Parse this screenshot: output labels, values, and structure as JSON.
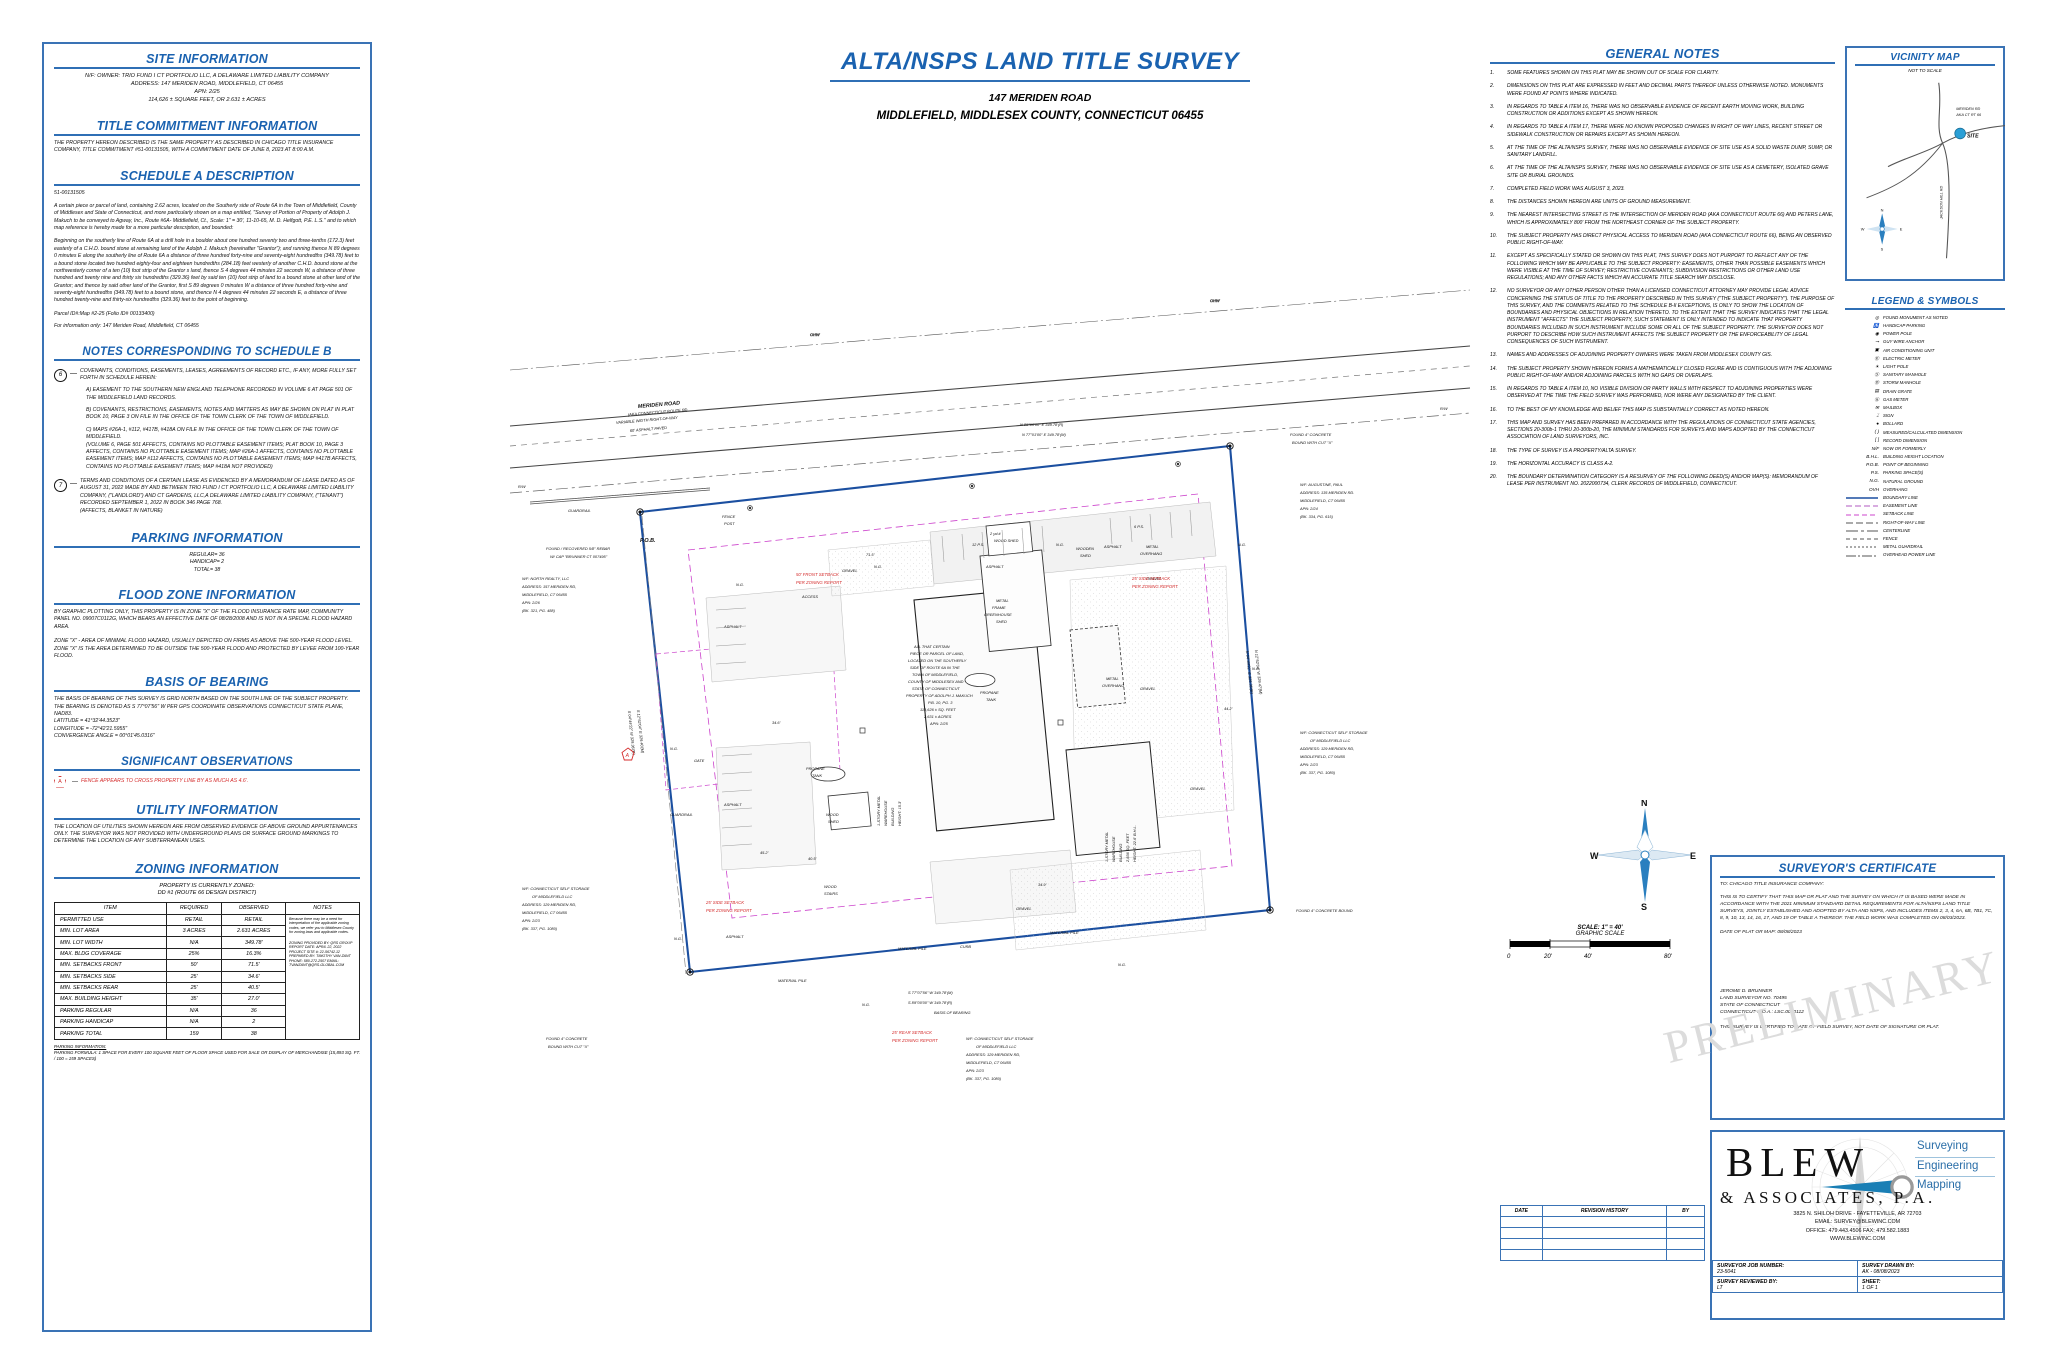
{
  "title_block": {
    "main_title": "ALTA/NSPS LAND TITLE SURVEY",
    "address_line1": "147 MERIDEN ROAD",
    "address_line2": "MIDDLEFIELD, MIDDLESEX COUNTY, CONNECTICUT 06455"
  },
  "site_information": {
    "heading": "SITE INFORMATION",
    "lines": [
      "N/F: OWNER: TRIO FUND I CT PORTFOLIO LLC, A DELAWARE LIMITED LIABILITY COMPANY",
      "ADDRESS: 147 MERIDEN ROAD, MIDDLEFIELD, CT 06455",
      "APN:  2/25",
      "114,626 ± SQUARE FEET, OR 2.631 ± ACRES"
    ]
  },
  "title_commitment": {
    "heading": "TITLE COMMITMENT INFORMATION",
    "text": "THE PROPERTY HEREON DESCRIBED IS THE SAME PROPERTY AS DESCRIBED IN CHICAGO TITLE INSURANCE COMPANY, TITLE COMMITMENT #51-00131505, WITH A COMMITMENT DATE OF JUNE 8, 2023 AT 8:00 A.M."
  },
  "schedule_a": {
    "heading": "SCHEDULE A DESCRIPTION",
    "file_no": "51-00131505",
    "para1": "A certain piece or parcel of land, containing 2.62 acres, located on the Southerly side of Route 6A in the Town of Middlefield, County of Middlesex and State of Connecticut, and more particularly shown on a map entitled, \"Survey of Portion of Property of Adolph J. Makuch to be conveyed to  Agway, Inc., Route #6A- Middlefield, Ct., Scale: 1\" = 30', 11-10-65, M. D. Helfgott, P.E. L.S.\" and to which map reference is hereby made for a more particular description, and bounded:",
    "para2": "Beginning on the southerly line of Route 6A at a drill hole in a boulder about one hundred seventy two and three-tenths (172.3) feet easterly of a C.H.D. bound stone at remaining land of the Adolph J. Makuch (hereinafter \"Grantor\"); and running thence N 89 degrees 0 minutes E along the southerly line of Route 6A a distance of three hundred forty-nine and seventy-eight hundredths (349.78) feet to a bound stone located two hundred eighty-four and eighteen hundredths (284.18) feet westerly of another C.H.D. bound stone at the northwesterly corner of a ten (10) foot strip of the Grantor   s land, thence S 4 degrees 44 minutes 22 seconds W, a distance of three hundred and twenty nine and thirty six hundredths (329.36) feet by said ten (10) foot strip of land to a bound stone at other land of the Grantor; and thence by said other land of the Grantor, first S 89 degrees 0 minutes W a distance of three hundred forty-nine and seventy-eight hundredths (349.78) feet to a bound stone, and thence N 4 degrees 44 minutes 22 seconds E, a distance of three hundred twenty-nine and thirty-six hundredths (329.36) feet to the point of beginning.",
    "parcel_id": "Parcel ID#:Map #2-25 (Folio ID# 00133400)",
    "for_info": "For information only: 147 Meriden Road, Middlefield, CT 06455"
  },
  "notes_schedule_b": {
    "heading": "NOTES CORRESPONDING TO SCHEDULE B",
    "items": [
      {
        "num": "6",
        "lead": "COVENANTS, CONDITIONS, EASEMENTS, LEASES, AGREEMENTS OF RECORD ETC., IF ANY, MORE FULLY SET FORTH IN SCHEDULE HEREIN:",
        "subs": [
          "A) EASEMENT TO THE SOUTHERN NEW ENGLAND TELEPHONE RECORDED IN VOLUME 6 AT PAGE 501 OF THE MIDDLEFIELD LAND RECORDS.",
          "B) COVENANTS, RESTRICTIONS, EASEMENTS, NOTES AND MATTERS AS MAY BE SHOWN ON PLAT IN PLAT BOOK 10, PAGE 3 ON FILE IN THE OFFICE OF THE TOWN CLERK OF THE TOWN OF MIDDLEFIELD.",
          "C) MAPS #26A-1, #112, #417B, #418A ON FILE IN THE OFFICE OF THE TOWN CLERK OF THE TOWN OF MIDDLEFIELD.",
          "(VOLUME 6, PAGE 501 AFFECTS, CONTAINS NO PLOTTABLE EASEMENT ITEMS; PLAT BOOK 10, PAGE 3 AFFECTS, CONTAINS NO PLOTTABLE EASEMENT ITEMS; MAP #26A-1 AFFECTS, CONTAINS NO PLOTTABLE EASEMENT ITEMS; MAP #112 AFFECTS, CONTAINS NO PLOTTABLE EASEMENT ITEMS; MAP #417B AFFECTS, CONTAINS NO PLOTTABLE EASEMENT ITEMS; MAP #418A NOT PROVIDED)"
        ]
      },
      {
        "num": "7",
        "lead": "TERMS AND CONDITIONS OF A CERTAIN LEASE AS EVIDENCED BY A MEMORANDUM OF LEASE DATED AS OF AUGUST 31, 2022 MADE BY AND BETWEEN TRIO FUND I CT PORTFOLIO LLC, A DELAWARE LIMITED LIABILITY COMPANY, (\"LANDLORD\") AND CT GARDENS, LLC,A DELAWARE LIMITED LIABILITY COMPANY, (\"TENANT\") RECORDED SEPTEMBER 1, 2022 IN BOOK 346 PAGE 768.",
        "subs": [
          "(AFFECTS, BLANKET IN NATURE)"
        ]
      }
    ]
  },
  "parking_information": {
    "heading": "PARKING INFORMATION",
    "lines": [
      "REGULAR= 36",
      "HANDICAP= 2",
      "TOTAL= 38"
    ]
  },
  "flood_zone": {
    "heading": "FLOOD ZONE INFORMATION",
    "para1": "BY GRAPHIC PLOTTING ONLY, THIS PROPERTY IS IN ZONE \"X\" OF THE FLOOD INSURANCE RATE MAP, COMMUNITY PANEL NO. 09007C0112G, WHICH BEARS AN EFFECTIVE DATE OF 08/28/2008 AND IS NOT IN A SPECIAL FLOOD HAZARD AREA.",
    "para2": "ZONE \"X\" - AREA OF MINIMAL FLOOD HAZARD, USUALLY DEPICTED ON FIRMS AS ABOVE THE 500-YEAR FLOOD LEVEL. ZONE \"X\" IS THE AREA DETERMINED TO BE OUTSIDE THE 500-YEAR FLOOD AND PROTECTED BY LEVEE FROM 100-YEAR FLOOD."
  },
  "basis_of_bearing": {
    "heading": "BASIS OF BEARING",
    "para": "THE BASIS OF BEARING OF THIS SURVEY IS GRID NORTH BASED ON THE SOUTH LINE OF THE SUBJECT PROPERTY. THE BEARING IS DENOTED AS S 77°07'56\" W PER GPS COORDINATE OBSERVATIONS CONNECTICUT STATE PLANE, NAD83.",
    "latitude": "LATITUDE = 41°32'44.3523\"",
    "longitude": "LONGITUDE = -72°42'21.5955\"",
    "convergence": "CONVERGENCE ANGLE = 00°01'45.0316\""
  },
  "significant_observations": {
    "heading": "SIGNIFICANT OBSERVATIONS",
    "marker": "A",
    "text": "FENCE APPEARS TO CROSS PROPERTY LINE BY AS MUCH AS 4.6'."
  },
  "utility_information": {
    "heading": "UTILITY INFORMATION",
    "text": "THE LOCATION OF UTILITIES SHOWN HEREON ARE FROM OBSERVED EVIDENCE OF ABOVE GROUND APPURTENANCES ONLY. THE SURVEYOR WAS NOT PROVIDED WITH UNDERGROUND PLANS OR SURFACE GROUND MARKINGS TO DETERMINE THE LOCATION OF ANY SUBTERRANEAN USES."
  },
  "zoning_information": {
    "heading": "ZONING INFORMATION",
    "zoned_line1": "PROPERTY IS CURRENTLY ZONED:",
    "zoned_line2": "DD #1 (ROUTE 66 DESIGN DISTRICT)",
    "columns": [
      "ITEM",
      "REQUIRED",
      "OBSERVED",
      "NOTES"
    ],
    "rows": [
      {
        "item": "PERMITTED USE",
        "required": "RETAIL",
        "observed": "RETAIL"
      },
      {
        "item": "MIN. LOT AREA",
        "required": "3 ACRES",
        "observed": "2.631 ACRES"
      },
      {
        "item": "MIN. LOT WIDTH",
        "required": "N/A",
        "observed": "349.78'"
      },
      {
        "item": "MAX. BLDG COVERAGE",
        "required": "25%",
        "observed": "16.3%"
      },
      {
        "item": "MIN. SETBACKS FRONT",
        "required": "50'",
        "observed": "71.5'"
      },
      {
        "item": "MIN. SETBACKS SIDE",
        "required": "25'",
        "observed": "34.6'"
      },
      {
        "item": "MIN. SETBACKS REAR",
        "required": "25'",
        "observed": "40.5'"
      },
      {
        "item": "MAX. BUILDING HEIGHT",
        "required": "35'",
        "observed": "27.0'"
      },
      {
        "item": "PARKING REGULAR",
        "required": "N/A",
        "observed": "36"
      },
      {
        "item": "PARKING HANDICAP",
        "required": "N/A",
        "observed": "2"
      },
      {
        "item": "PARKING TOTAL",
        "required": "159",
        "observed": "38"
      }
    ],
    "notes_cell": "Because there may be a need for interpretation of the applicable zoning codes, we refer you to Middlesex County for zoning laws and applicable codes.",
    "notes_cell2": "ZONING PROVIDED BY: QRS GROUP REPORT DATE: APRIL 22, 2022 PROJECT SITE #: 22-56742.12 PREPARED BY: TIMOTHY VAN ZANT PHONE: 580-272-2507 EMAIL: TVANZANT@QRS-GLOBAL.COM",
    "parking_footnote_title": "PARKING INFORMATION:",
    "parking_footnote": "PARKING FORMULA: 1 SPACE FOR EVERY 100 SQUARE FEET OF FLOOR SPACE USED FOR SALE OR DISPLAY OF MERCHANDISE (15,893 SQ. FT. / 100 = 159 SPACES)"
  },
  "general_notes": {
    "heading": "GENERAL NOTES",
    "items": [
      "SOME FEATURES SHOWN ON THIS PLAT MAY BE SHOWN OUT OF SCALE FOR CLARITY.",
      "DIMENSIONS ON THIS PLAT ARE EXPRESSED IN FEET AND DECIMAL PARTS THEREOF UNLESS OTHERWISE NOTED.  MONUMENTS WERE FOUND AT POINTS WHERE INDICATED.",
      "IN REGARDS TO TABLE A ITEM 16, THERE WAS NO OBSERVABLE EVIDENCE OF RECENT EARTH MOVING WORK, BUILDING CONSTRUCTION OR ADDITIONS EXCEPT AS SHOWN HEREON.",
      "IN REGARDS TO TABLE A ITEM 17, THERE WERE NO KNOWN PROPOSED CHANGES IN RIGHT OF WAY LINES, RECENT STREET OR SIDEWALK CONSTRUCTION OR REPAIRS EXCEPT AS SHOWN HEREON.",
      "AT THE TIME OF THE ALTA/NSPS SURVEY, THERE WAS NO OBSERVABLE EVIDENCE OF SITE USE AS A SOLID WASTE DUMP, SUMP, OR SANITARY LANDFILL.",
      "AT THE TIME OF THE ALTA/NSPS SURVEY, THERE WAS NO OBSERVABLE EVIDENCE OF SITE USE AS A CEMETERY, ISOLATED GRAVE SITE OR BURIAL GROUNDS.",
      "COMPLETED FIELD WORK WAS AUGUST 3, 2023.",
      "THE DISTANCES SHOWN HEREON ARE UNITS OF GROUND MEASUREMENT.",
      "THE NEAREST INTERSECTING STREET IS THE INTERSECTION OF MERIDEN ROAD (AKA CONNECTICUT ROUTE 66) AND PETERS LANE, WHICH IS APPROXIMATELY 800' FROM THE NORTHEAST CORNER OF THE SUBJECT PROPERTY.",
      "THE SUBJECT PROPERTY HAS DIRECT PHYSICAL ACCESS TO MERIDEN ROAD (AKA CONNECTICUT ROUTE 66), BEING AN OBSERVED PUBLIC RIGHT-OF-WAY.",
      "EXCEPT AS SPECIFICALLY STATED OR SHOWN ON THIS PLAT, THIS SURVEY DOES NOT PURPORT TO REFLECT ANY OF THE FOLLOWING WHICH MAY BE APPLICABLE TO THE SUBJECT PROPERTY: EASEMENTS, OTHER THAN POSSIBLE EASEMENTS WHICH WERE VISIBLE AT THE TIME OF SURVEY; RESTRICTIVE COVENANTS; SUBDIVISION RESTRICTIONS OR OTHER LAND USE REGULATIONS; AND ANY OTHER FACTS WHICH AN ACCURATE TITLE SEARCH MAY DISCLOSE.",
      "NO SURVEYOR OR ANY OTHER PERSON OTHER THAN A LICENSED CONNECTICUT ATTORNEY MAY PROVIDE LEGAL ADVICE CONCERNING THE STATUS OF TITLE TO THE PROPERTY DESCRIBED IN THIS SURVEY (\"THE SUBJECT PROPERTY\"). THE PURPOSE OF THIS SURVEY, AND THE COMMENTS RELATED TO THE SCHEDULE B-II EXCEPTIONS, IS ONLY TO SHOW THE LOCATION OF BOUNDARIES AND PHYSICAL OBJECTIONS IN RELATION THERETO. TO THE EXTENT THAT THE SURVEY INDICATES THAT THE LEGAL INSTRUMENT \"AFFECTS\" THE SUBJECT PROPERTY, SUCH STATEMENT IS ONLY INTENDED TO INDICATE THAT PROPERTY BOUNDARIES INCLUDED IN SUCH INSTRUMENT INCLUDE SOME OR ALL OF THE SUBJECT PROPERTY. THE SURVEYOR DOES NOT PURPORT TO DESCRIBE HOW SUCH INSTRUMENT AFFECTS THE SUBJECT PROPERTY OR THE ENFORCEABILITY OF LEGAL CONSEQUENCES OF SUCH INSTRUMENT.",
      "NAMES AND ADDRESSES OF ADJOINING PROPERTY OWNERS WERE TAKEN FROM MIDDLESEX COUNTY GIS.",
      "THE SUBJECT PROPERTY SHOWN HEREON FORMS A MATHEMATICALLY CLOSED FIGURE AND IS CONTIGUOUS WITH THE ADJOINING PUBLIC RIGHT-OF-WAY AND/OR ADJOINING PARCELS WITH NO GAPS OR OVERLAPS.",
      "IN REGARDS TO TABLE A ITEM 10, NO VISIBLE DIVISION OR PARTY WALLS WITH RESPECT TO ADJOINING PROPERTIES WERE OBSERVED AT THE TIME THE FIELD SURVEY WAS PERFORMED, NOR WERE ANY DESIGNATED BY THE CLIENT.",
      "TO THE BEST OF MY KNOWLEDGE AND BELIEF THIS MAP IS SUBSTANTIALLY CORRECT AS NOTED HEREON.",
      "THIS MAP AND SURVEY HAS BEEN PREPARED IN ACCORDANCE WITH THE REGULATIONS OF CONNECTICUT STATE AGENCIES, SECTIONS 20-300b-1 THRU 20-300b-20, THE MINIMUM STANDARDS FOR SURVEYS AND MAPS ADOPTED BY THE CONNECTICUT ASSOCIATION OF LAND SURVEYORS, INC.",
      "THE TYPE OF SURVEY IS A PROPERTY/ALTA SURVEY.",
      "THE HORIZONTAL ACCURACY IS CLASS A-2.",
      "THE BOUNDARY DETERMINATION CATEGORY IS A RESURVEY OF THE FOLLOWING DEED(S) AND/OR MAP(S): MEMORANDUM OF LEASE PER INSTRUMENT NO. 2022000734, CLERK RECORDS OF MIDDLEFIELD, CONNECTICUT."
    ]
  },
  "vicinity_map": {
    "heading": "VICINITY MAP",
    "nts": "NOT TO SCALE",
    "labels": [
      "MERIDEN RD AKA CT RT 66",
      "JACKSON HILL RD",
      "SITE",
      "MERIDEN RD"
    ]
  },
  "legend": {
    "heading": "LEGEND & SYMBOLS",
    "symbol_rows": [
      {
        "sym": "◎",
        "label": "FOUND MONUMENT AS NOTED"
      },
      {
        "sym": "♿",
        "label": "HANDICAP PARKING"
      },
      {
        "sym": "◉",
        "label": "POWER POLE"
      },
      {
        "sym": "⊸",
        "label": "GUY WIRE ANCHOR"
      },
      {
        "sym": "▣",
        "label": "AIR CONDITIONING UNIT"
      },
      {
        "sym": "Ⓔ",
        "label": "ELECTRIC METER"
      },
      {
        "sym": "☀",
        "label": "LIGHT POLE"
      },
      {
        "sym": "Ⓢ",
        "label": "SANITARY MANHOLE"
      },
      {
        "sym": "Ⓓ",
        "label": "STORM MANHOLE"
      },
      {
        "sym": "▤",
        "label": "DRAIN GRATE"
      },
      {
        "sym": "Ⓖ",
        "label": "GAS METER"
      },
      {
        "sym": "✉",
        "label": "MAILBOX"
      },
      {
        "sym": "⌶",
        "label": "SIGN"
      },
      {
        "sym": "●",
        "label": "BOLLARD"
      },
      {
        "sym": "( )",
        "label": "MEASURED/CALCULATED DIMENSION"
      },
      {
        "sym": "[ ]",
        "label": "RECORD DIMENSION"
      },
      {
        "sym": "N/F",
        "label": "NOW OR FORMERLY"
      },
      {
        "sym": "B.H.L.",
        "label": "BUILDING HEIGHT LOCATION"
      },
      {
        "sym": "P.O.B.",
        "label": "POINT OF BEGINNING"
      },
      {
        "sym": "P.S.",
        "label": "PARKING SPACE(S)"
      },
      {
        "sym": "N.G.",
        "label": "NATURAL GROUND"
      },
      {
        "sym": "OVH",
        "label": "OVERHANG"
      }
    ],
    "line_rows": [
      {
        "style": "boundary",
        "label": "BOUNDARY LINE"
      },
      {
        "style": "easement",
        "label": "EASEMENT LINE"
      },
      {
        "style": "setback",
        "label": "SETBACK LINE"
      },
      {
        "style": "row",
        "label": "RIGHT-OF-WAY LINE"
      },
      {
        "style": "centerline",
        "label": "CENTERLINE"
      },
      {
        "style": "fence",
        "label": "FENCE"
      },
      {
        "style": "metal",
        "label": "METAL GUARDRAIL"
      },
      {
        "style": "overhead",
        "label": "OVERHEAD POWER LINE"
      }
    ]
  },
  "surveyors_certificate": {
    "heading": "SURVEYOR'S CERTIFICATE",
    "to": "TO:  CHICAGO TITLE INSURANCE COMPANY:",
    "body": "THIS IS TO CERTIFY THAT THIS MAP OR PLAT AND THE SURVEY ON WHICH IT IS BASED WERE MADE IN ACCORDANCE WITH THE 2021 MINIMUM STANDARD DETAIL REQUIREMENTS FOR ALTA/NSPS LAND TITLE SURVEYS, JOINTLY ESTABLISHED AND ADOPTED BY ALTA AND NSPS, AND INCLUDES ITEMS 2, 3, 4, 6A, 6B, 7B1, 7C, 8, 9, 10, 13, 14, 16, 17, AND 19 OF TABLE A THEREOF. THE FIELD WORK WAS COMPLETED ON 08/03/2023.",
    "date_of_plat": "DATE OF PLAT OR MAP: 08/08/2023",
    "surveyor_name": "JEROME D. BRUNNER",
    "license": "LAND SURVEYOR NO. 70495",
    "state": "STATE OF CONNECTICUT",
    "coa": "CONNECTICUT C.O.A.: LSC.0000112",
    "footer": "THIS SURVEY IS CERTIFIED TO DATE OF FIELD SURVEY, NOT DATE OF SIGNATURE OR PLAT.",
    "watermark": "PRELIMINARY"
  },
  "revision_table": {
    "columns": [
      "DATE",
      "REVISION HISTORY",
      "BY"
    ],
    "rows": [
      [
        "",
        "",
        ""
      ],
      [
        "",
        "",
        ""
      ],
      [
        "",
        "",
        ""
      ],
      [
        "",
        "",
        ""
      ]
    ]
  },
  "firm": {
    "name": "BLEW",
    "suffix": "& ASSOCIATES, P.A.",
    "services": [
      "Surveying",
      "Engineering",
      "Mapping"
    ],
    "address": "3825 N. SHILOH DRIVE - FAYETTEVILLE, AR 72703",
    "email": "EMAIL: SURVEY@BLEWINC.COM",
    "phone": "OFFICE: 479.443.4506    FAX: 479.582.1883",
    "web": "WWW.BLEWINC.COM",
    "job_label": "SURVEYOR JOB NUMBER:",
    "job_value": "23-5041",
    "drawn_label": "SURVEY DRAWN BY:",
    "drawn_value": "AK - 08/08/2023",
    "reviewed_label": "SURVEY REVIEWED BY:",
    "reviewed_value": "LT",
    "sheet_label": "SHEET:",
    "sheet_value": "1 OF 1"
  },
  "scale_bar": {
    "title": "SCALE: 1\" = 40'",
    "subtitle": "GRAPHIC SCALE",
    "ticks": [
      "0",
      "20'",
      "40'",
      "80'"
    ]
  },
  "compass": {
    "n": "N",
    "s": "S",
    "e": "E",
    "w": "W"
  },
  "drawing": {
    "road_label": [
      "MERIDEN ROAD",
      "(AKA CONNECTICUT ROUTE 66)",
      "VARIABLE WIDTH RIGHT-OF-WAY",
      "60' ASPHALT PAVED"
    ],
    "north_bearing_1": "N 89°00'00\" E 349.78'(R)",
    "north_bearing_2": "N 77°01'00\" E 349.78'(M)",
    "south_bearing_1": "S 77°07'56\" W 349.78'(M)",
    "south_bearing_2": "S 89°00'00\" W 349.78'(R)",
    "basis_note": "BASIS OF BEARING",
    "west_bearing": "S 12°52'04\" E 329.40'(M)",
    "west_bearing2": "S 04°44'22\" W 329.36'(R)",
    "east_bearing": "N 12°52'04\" W 329.47'(M)",
    "east_bearing2": "N 04°44'22\" E 329.36'(R)",
    "area_1": "ALL THAT CERTAIN",
    "area_2": "PIECE OR PARCEL OF LAND,",
    "area_3": "LOCATED ON THE SOUTHERLY",
    "area_4": "SIDE OF ROUTE 6A IN THE",
    "area_5": "TOWN OF MIDDLEFIELD,",
    "area_6": "COUNTY OF MIDDLESEX AND",
    "area_7": "STATE OF CONNECTICUT",
    "area_8": "PROPERTY OF ADOLPH J. MAKUCH",
    "area_9": "P.B. 10, PG. 3",
    "area_10": "114,626 ± SQ. FEET",
    "area_11": "2.631 ± ACRES",
    "area_12": "APN: 2/25",
    "found_nw": "FOUND / RECOVERED 5/8\" REBAR",
    "found_nw2": "W/ CAP \"BRUNNER CT 007495\"",
    "found_ne": "FOUND 4\" CONCRETE",
    "found_ne2": "BOUND WITH CUT \"X\"",
    "found_se": "FOUND 4\" CONCRETE BOUND",
    "found_sw": "FOUND 4\" CONCRETE",
    "found_sw2": "BOUND WITH CUT \"X\"",
    "pob": "P.O.B.",
    "setback_front": "50' FRONT SETBACK PER ZONING REPORT",
    "setback_side_e": "25' SIDE SETBACK PER ZONING REPORT",
    "setback_side_w": "25' SIDE SETBACK PER ZONING REPORT",
    "setback_rear": "25' REAR SETBACK PER ZONING REPORT",
    "building_main": "1-STORY METAL WAREHOUSE BUILDING 2,836 SQ. FEET HEIGHT: 22.6' B.H.L.",
    "building_nw": "1-STORY METAL WAREHOUSE BUILDING HEIGHT: 15.3'",
    "metal_frame_greenhouse": "METAL FRAME GREENHOUSE SHED",
    "wooden_shed": "WOODEN SHED",
    "metal_overhang": "METAL OVERHANG",
    "propane_tank": "PROPANE TANK",
    "wood_stairs": "WOOD STAIRS",
    "wood_shed": "2 yd.# WOOD SHED",
    "gravel": "GRAVEL",
    "asphalt": "ASPHALT",
    "material_pile": "MATERIAL PILE",
    "guardrail": "GUARDRAIL",
    "fence_post": "FENCE POST",
    "curb": "CURB",
    "access": "ACCESS",
    "ng": "N.G.",
    "ohw": "OHW",
    "rw": "R/W",
    "adjoiners": [
      {
        "lines": [
          "N/F: AUGUSTINE, PAUL",
          "ADDRESS: 135 MERIDEN RD.",
          "MIDDLEFIELD, CT 06455",
          "APN: 2/24",
          "(BK. 334, PG. 615)"
        ]
      },
      {
        "lines": [
          "N/F: CONNECTICUT SELF STORAGE",
          "OF MIDDLEFIELD LLC",
          "ADDRESS: 129 MERIDEN RD,",
          "MIDDLEFIELD, CT 06455",
          "APN: 2/23",
          "(BK. 337, PG. 1080)"
        ]
      },
      {
        "lines": [
          "N/F: CONNECTICUT SELF STORAGE",
          "OF MIDDLEFIELD LLC",
          "ADDRESS: 129 MERIDEN RD,",
          "MIDDLEFIELD, CT 06455",
          "APN: 2/23",
          "(BK. 337, PG. 1080)"
        ]
      },
      {
        "lines": [
          "N/F: CONNECTICUT SELF STORAGE",
          "OF MIDDLEFIELD LLC",
          "ADDRESS: 129 MERIDEN RD,",
          "MIDDLEFIELD, CT 06455",
          "APN: 2/23",
          "(BK. 337, PG. 1080)"
        ]
      },
      {
        "lines": [
          "N/F: NORTH REALTY, LLC",
          "ADDRESS: 157 MERIDEN RD,",
          "MIDDLEFIELD, CT 06455",
          "APN: 2/26",
          "(BK. 321, PG. 488)"
        ]
      }
    ],
    "dims": [
      "71.5'",
      "12 P.S.",
      "6 P.S.",
      "34.6'",
      "40.5'",
      "44.2'",
      "45.2'",
      "22.6'",
      "15.3'"
    ]
  },
  "colors": {
    "accent_blue": "#1a62b0",
    "rule_blue": "#2f6fb5",
    "boundary_blue": "#1b4fa0",
    "setback_magenta": "#cc44cc",
    "red": "#d42b2b",
    "logo_blue": "#2a6ea8"
  }
}
